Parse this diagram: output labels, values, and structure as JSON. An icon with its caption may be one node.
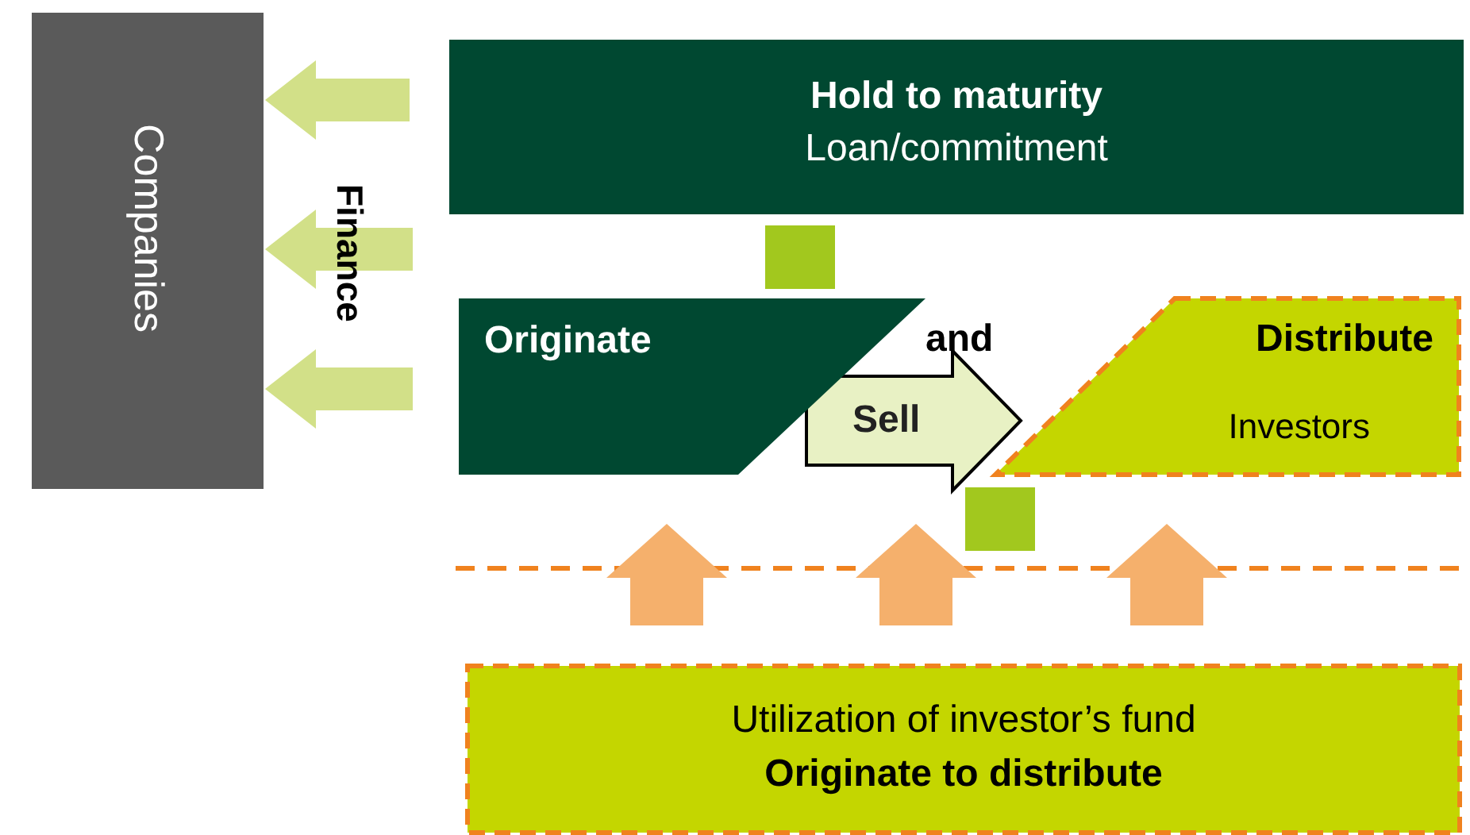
{
  "diagram": {
    "nodes": [
      {
        "text": [
          "Companies"
        ]
      },
      {
        "text": [
          "Hold to maturity",
          "Loan/commitment"
        ]
      },
      {
        "text": [
          "Originate"
        ]
      },
      {
        "text": [
          "Distribute",
          "Investors"
        ]
      },
      {
        "text": [
          "Utilization of investor’s fund",
          "Originate to distribute"
        ]
      }
    ],
    "edges": [
      {
        "from": null,
        "to": 0,
        "arrow": "to",
        "style": "thick",
        "color": "#d2e088"
      },
      {
        "from": null,
        "to": 0,
        "arrow": "to",
        "style": "thick",
        "color": "#d2e088"
      },
      {
        "from": null,
        "to": 0,
        "arrow": "to",
        "style": "thick",
        "color": "#d2e088"
      },
      {
        "from": 2,
        "to": 3,
        "label": "Sell",
        "arrow": "to",
        "style": "thick",
        "color": "#e8f1c4"
      },
      {
        "from": 4,
        "to": null,
        "arrow": "to",
        "style": "thick",
        "color": "#f5b06c"
      },
      {
        "from": 4,
        "to": null,
        "arrow": "to",
        "style": "thick",
        "color": "#f5b06c"
      },
      {
        "from": 4,
        "to": null,
        "arrow": "to",
        "style": "thick",
        "color": "#f5b06c"
      }
    ],
    "labels": [
      "Finance",
      "and"
    ]
  }
}
